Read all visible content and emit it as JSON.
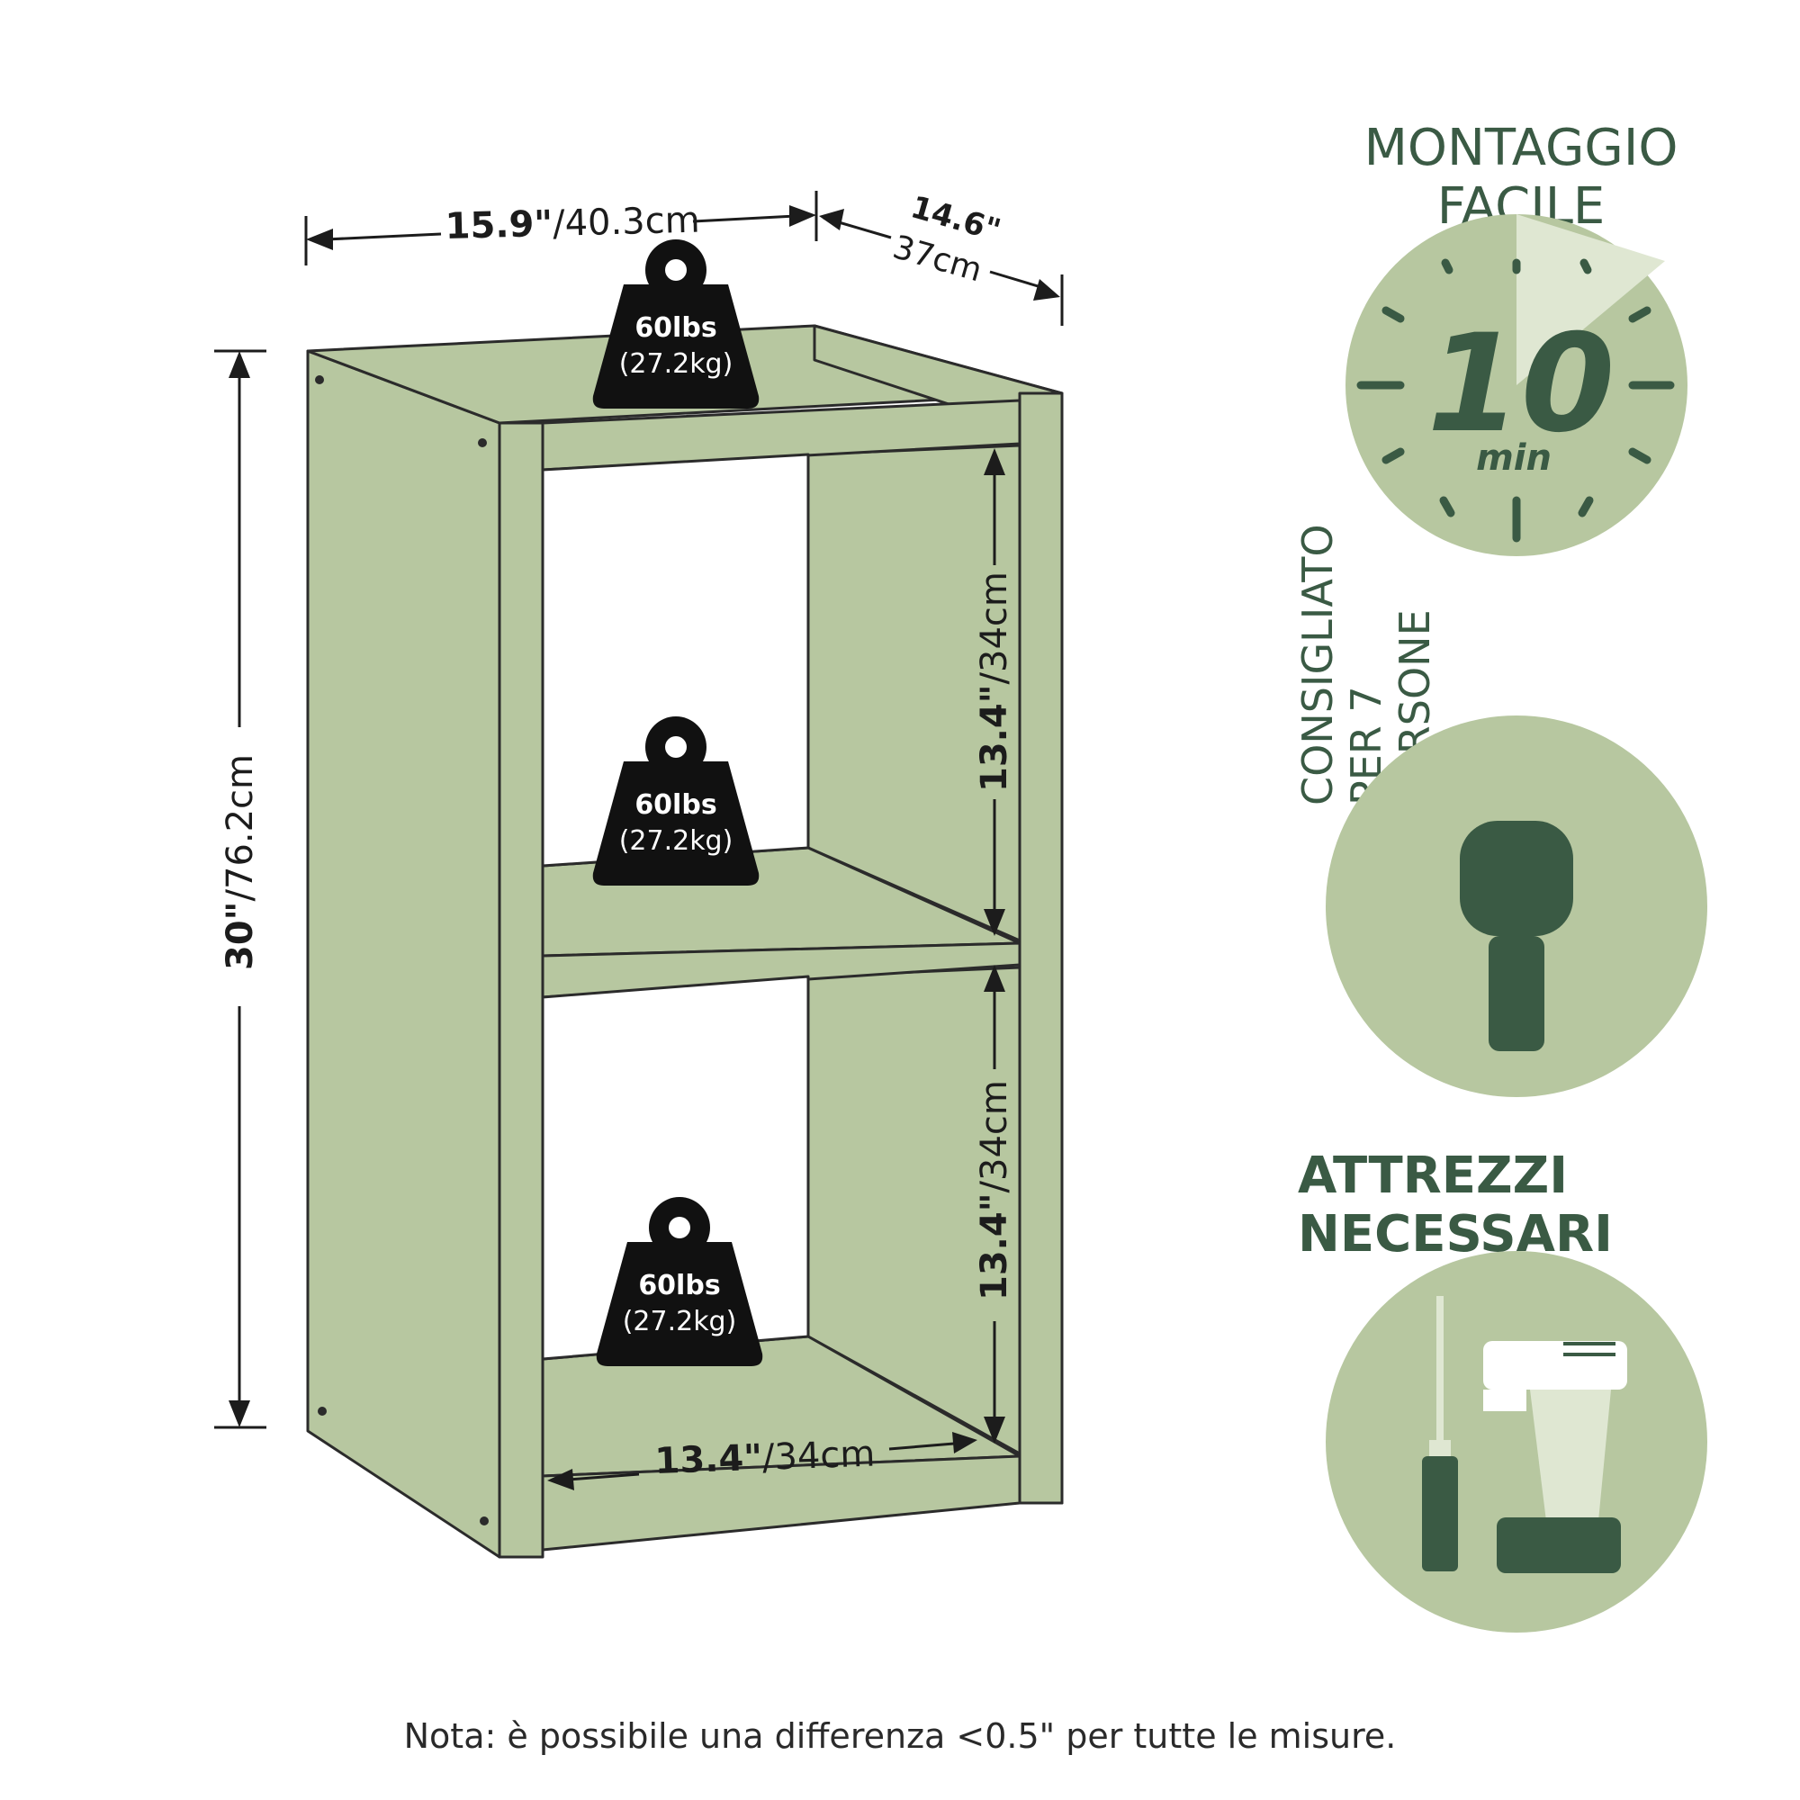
{
  "dimensions": {
    "width_in": "15.9\"",
    "width_cm": "/40.3cm",
    "depth_in": "14.6\"",
    "depth_cm": "37cm",
    "height_in": "30\"",
    "height_cm": "/76.2cm",
    "upper_cube_in": "13.4\"",
    "upper_cube_cm": "/34cm",
    "lower_cube_in": "13.4\"",
    "lower_cube_cm": "/34cm",
    "inner_width_in": "13.4\"",
    "inner_width_cm": "/34cm"
  },
  "weights": [
    {
      "lbs": "60lbs",
      "kg": "(27.2kg)"
    },
    {
      "lbs": "60lbs",
      "kg": "(27.2kg)"
    },
    {
      "lbs": "60lbs",
      "kg": "(27.2kg)"
    }
  ],
  "features": {
    "assembly_line1": "MONTAGGIO",
    "assembly_line2": "FACILE",
    "timer_value": "10",
    "timer_unit": "min",
    "people_line1": "CONSIGLIATO",
    "people_line2": "PER 7",
    "people_line3": "PERSONE",
    "tools_line1": "ATTREZZI",
    "tools_line2": "NECESSARI"
  },
  "note": "Nota: è possibile una differenza <0.5\" per tutte le misure.",
  "colors": {
    "shelf_fill": "#b7c7a0",
    "accent_dark": "#3a5a44",
    "circle_fill": "#b7c7a0",
    "weight_fill": "#111111"
  },
  "icons": [
    "weight-icon",
    "timer-icon",
    "person-icon",
    "screwdriver-icon",
    "drill-icon"
  ]
}
